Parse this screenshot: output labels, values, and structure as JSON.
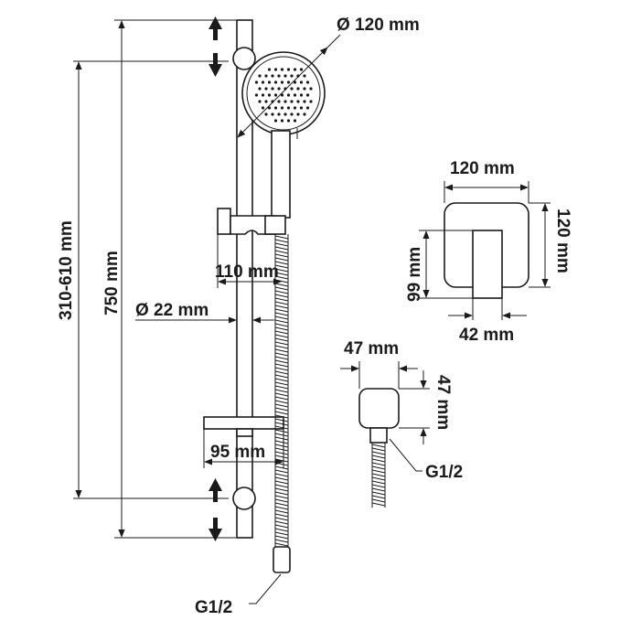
{
  "dimensions": {
    "head_diameter": "Ø 120 mm",
    "adjust_range": "310-610 mm",
    "rail_length": "750 mm",
    "holder_offset": "110 mm",
    "rail_diameter": "Ø 22 mm",
    "slider_offset": "95 mm",
    "plate_width": "120 mm",
    "plate_height": "120 mm",
    "lever_height": "99 mm",
    "lever_width": "42 mm",
    "elbow_width": "47 mm",
    "elbow_height": "47 mm"
  },
  "threads": {
    "hose_end": "G1/2",
    "elbow": "G1/2"
  }
}
